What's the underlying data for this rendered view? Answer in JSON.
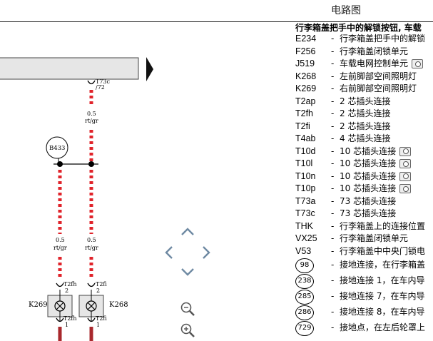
{
  "title": "电路图",
  "legend": {
    "title": "行李箱盖把手中的解锁按钮, 车载",
    "items": [
      {
        "code": "E234",
        "desc": "行李箱盖把手中的解锁",
        "cam": false
      },
      {
        "code": "F256",
        "desc": "行李箱盖闭锁单元",
        "cam": false
      },
      {
        "code": "J519",
        "desc": "车载电网控制单元",
        "cam": true
      },
      {
        "code": "K268",
        "desc": "左前脚部空间照明灯",
        "cam": false
      },
      {
        "code": "K269",
        "desc": "右前脚部空间照明灯",
        "cam": false
      },
      {
        "code": "T2ap",
        "desc": "2 芯插头连接",
        "cam": false
      },
      {
        "code": "T2fh",
        "desc": "2 芯插头连接",
        "cam": false
      },
      {
        "code": "T2fi",
        "desc": "2 芯插头连接",
        "cam": false
      },
      {
        "code": "T4ab",
        "desc": "4 芯插头连接",
        "cam": false
      },
      {
        "code": "T10d",
        "desc": "10 芯插头连接",
        "cam": true
      },
      {
        "code": "T10l",
        "desc": "10 芯插头连接",
        "cam": true
      },
      {
        "code": "T10n",
        "desc": "10 芯插头连接",
        "cam": true
      },
      {
        "code": "T10p",
        "desc": "10 芯插头连接",
        "cam": true
      },
      {
        "code": "T73a",
        "desc": "73 芯插头连接",
        "cam": false
      },
      {
        "code": "T73c",
        "desc": "73 芯插头连接",
        "cam": false
      },
      {
        "code": "THK",
        "desc": "行李箱盖上的连接位置",
        "cam": false
      },
      {
        "code": "VX25",
        "desc": "行李箱盖闭锁单元",
        "cam": false
      },
      {
        "code": "V53",
        "desc": "行李箱盖中中央门锁电",
        "cam": false
      }
    ],
    "grounds": [
      {
        "code": "98",
        "desc": "接地连接，在行李箱盖"
      },
      {
        "code": "238",
        "desc": "接地连接 1，在车内导"
      },
      {
        "code": "285",
        "desc": "接地连接 7，在车内导"
      },
      {
        "code": "286",
        "desc": "接地连接 8，在车内导"
      },
      {
        "code": "729",
        "desc": "接地点，在左后轮罩上"
      }
    ]
  },
  "diagram": {
    "conn_top": {
      "pin": "T73c",
      "sub": "/72"
    },
    "wire_top": {
      "size": "0.5",
      "color": "rt/gr"
    },
    "junction": "B433",
    "wire_left": {
      "size": "0.5",
      "color": "rt/gr"
    },
    "wire_right": {
      "size": "0.5",
      "color": "rt/gr"
    },
    "comp_left": {
      "label": "K269",
      "conn_top": "T2fh",
      "pin_top": "2",
      "conn_bot": "T2fh",
      "pin_bot": "1"
    },
    "comp_right": {
      "label": "K268",
      "conn_top": "T2fi",
      "pin_top": "2",
      "conn_bot": "T2fi",
      "pin_bot": "1"
    }
  },
  "colors": {
    "wire_red": "#e0232a",
    "wire_dark": "#a8282c",
    "bar_fill": "#e6e6e6",
    "nav": "#6f8aa3"
  },
  "nav": {
    "icons": [
      "chevron-up-icon",
      "chevron-left-icon",
      "chevron-right-icon",
      "chevron-down-icon",
      "zoom-out-icon",
      "zoom-in-icon"
    ]
  }
}
